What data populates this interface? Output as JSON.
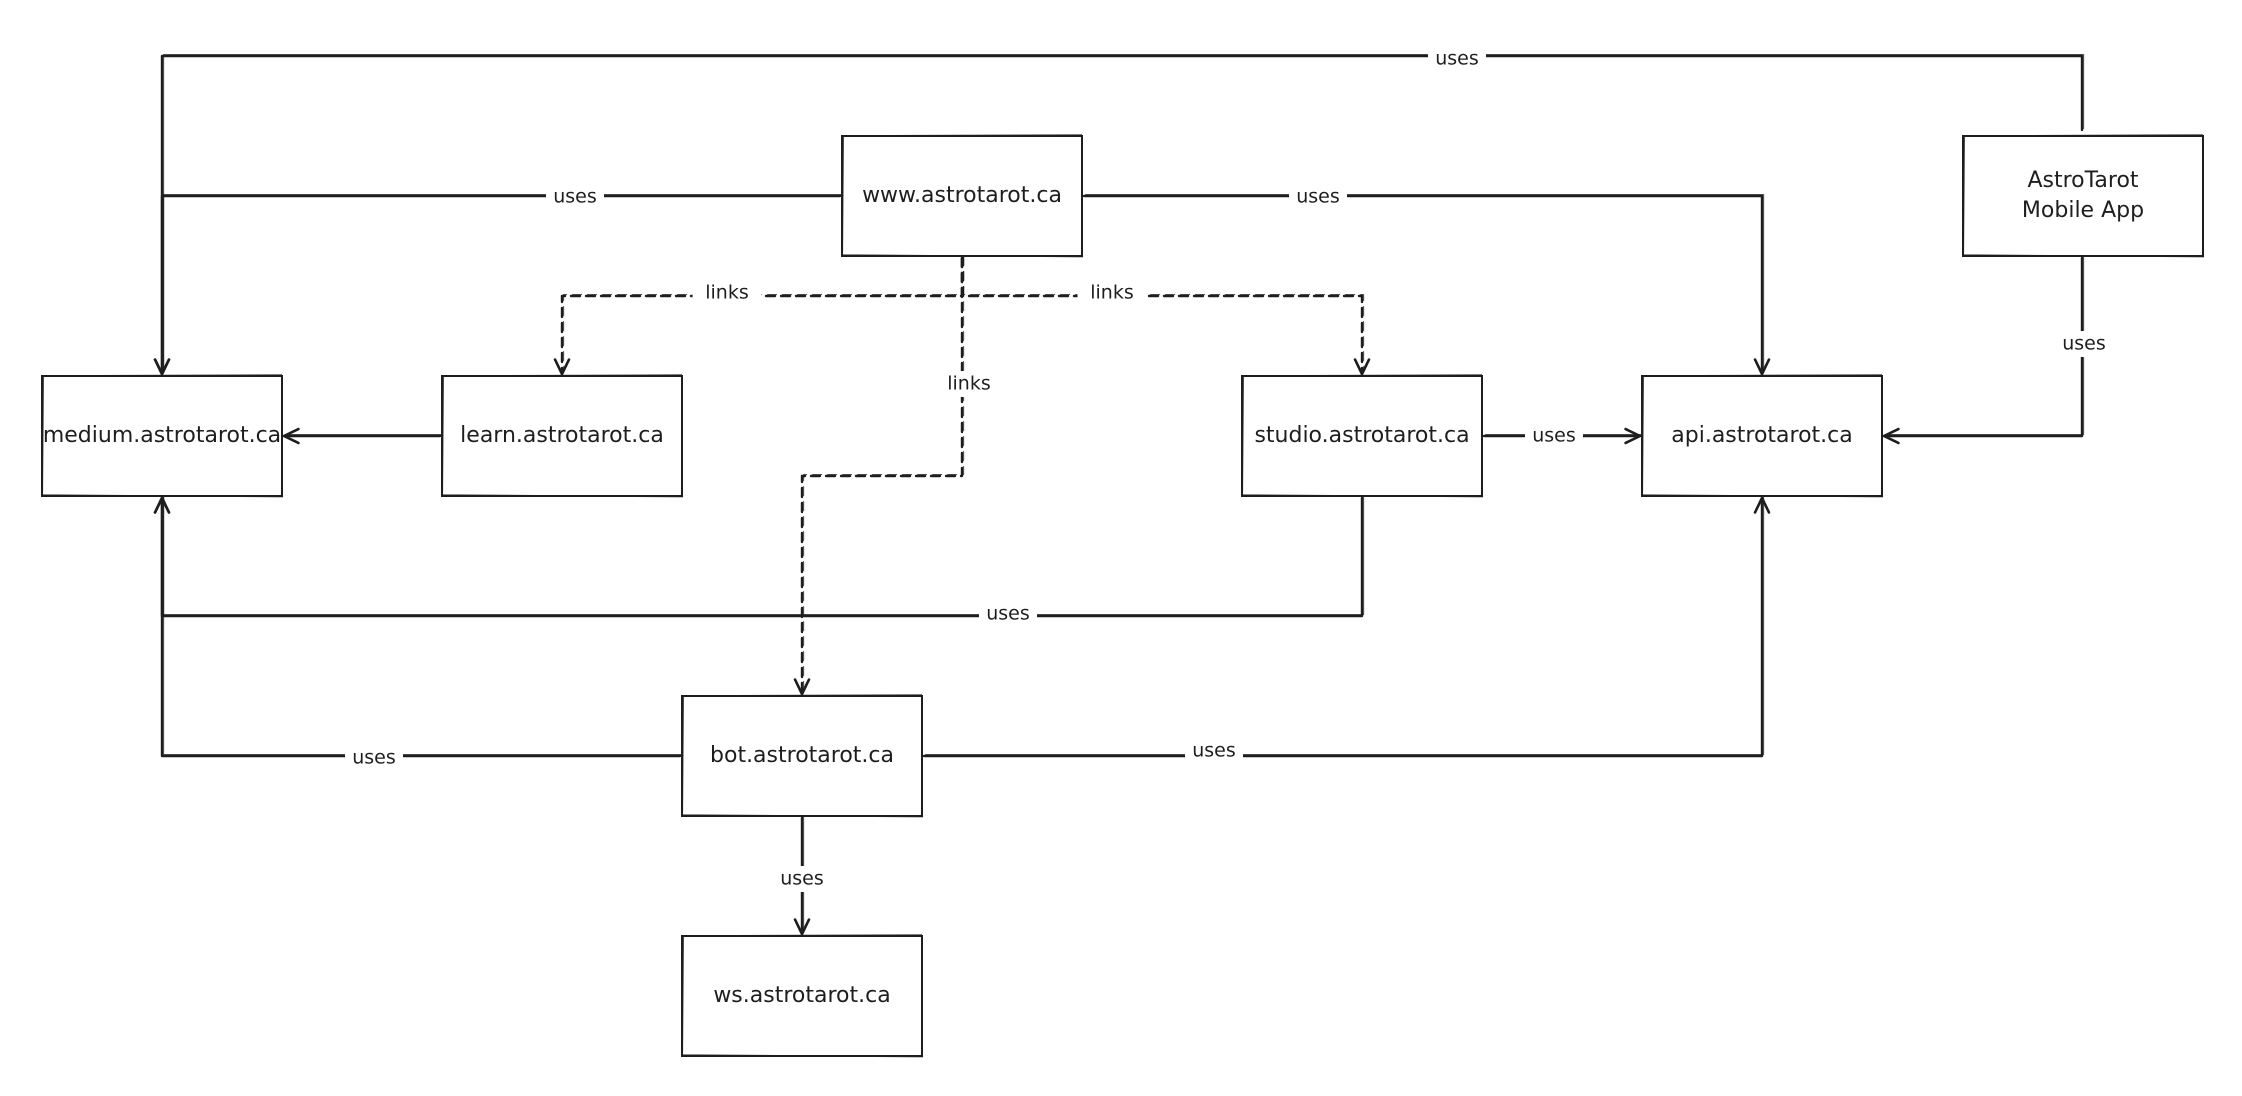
{
  "nodes": {
    "www": {
      "label": "www.astrotarot.ca"
    },
    "mobile": {
      "label_lines": [
        "AstroTarot",
        "Mobile App"
      ]
    },
    "medium": {
      "label": "medium.astrotarot.ca"
    },
    "learn": {
      "label": "learn.astrotarot.ca"
    },
    "studio": {
      "label": "studio.astrotarot.ca"
    },
    "api": {
      "label": "api.astrotarot.ca"
    },
    "bot": {
      "label": "bot.astrotarot.ca"
    },
    "ws": {
      "label": "ws.astrotarot.ca"
    }
  },
  "edges": [
    {
      "id": "mobile-medium",
      "from": "mobile",
      "to": "medium",
      "label": "uses",
      "style": "solid"
    },
    {
      "id": "www-medium",
      "from": "www",
      "to": "medium",
      "label": "uses",
      "style": "solid"
    },
    {
      "id": "www-api",
      "from": "www",
      "to": "api",
      "label": "uses",
      "style": "solid"
    },
    {
      "id": "www-learn",
      "from": "www",
      "to": "learn",
      "label": "links",
      "style": "dashed"
    },
    {
      "id": "www-studio",
      "from": "www",
      "to": "studio",
      "label": "links",
      "style": "dashed"
    },
    {
      "id": "www-bot",
      "from": "www",
      "to": "bot",
      "label": "links",
      "style": "dashed"
    },
    {
      "id": "learn-medium",
      "from": "learn",
      "to": "medium",
      "label": "",
      "style": "solid"
    },
    {
      "id": "studio-api",
      "from": "studio",
      "to": "api",
      "label": "uses",
      "style": "solid"
    },
    {
      "id": "mobile-api",
      "from": "mobile",
      "to": "api",
      "label": "uses",
      "style": "solid"
    },
    {
      "id": "studio-medium",
      "from": "studio",
      "to": "medium",
      "label": "uses",
      "style": "solid"
    },
    {
      "id": "bot-medium",
      "from": "bot",
      "to": "medium",
      "label": "uses",
      "style": "solid"
    },
    {
      "id": "bot-api",
      "from": "bot",
      "to": "api",
      "label": "uses",
      "style": "solid"
    },
    {
      "id": "bot-ws",
      "from": "bot",
      "to": "ws",
      "label": "uses",
      "style": "solid"
    }
  ]
}
